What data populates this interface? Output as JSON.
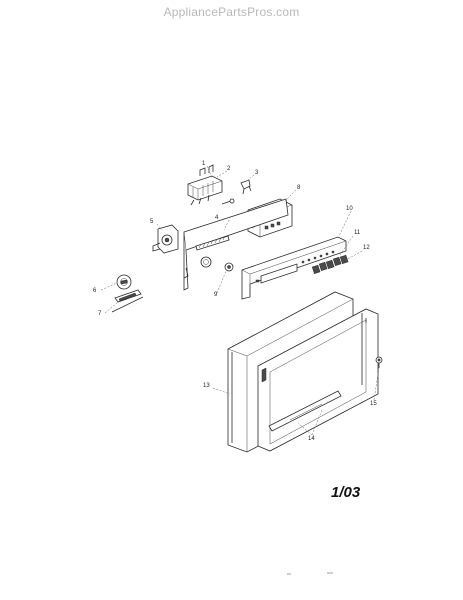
{
  "watermark": "AppliancePartsPros.com",
  "revision": "1/03",
  "callouts": [
    "1",
    "2",
    "3",
    "4",
    "5",
    "6",
    "7",
    "8",
    "9",
    "10",
    "11",
    "12",
    "13",
    "14",
    "15"
  ],
  "colors": {
    "watermark": "#b9b9b9",
    "lines": "#2a2a2a",
    "background": "#ffffff"
  }
}
